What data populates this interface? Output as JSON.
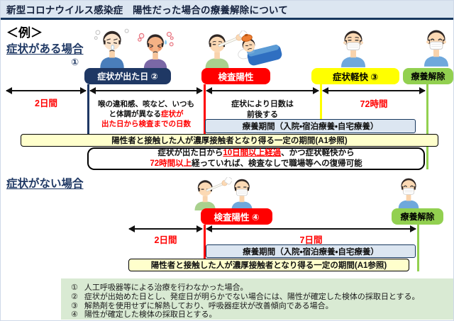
{
  "window": {
    "title": "新型コロナウイルス感染症　陽性だった場合の療養解除について"
  },
  "example_label": "＜例＞",
  "colors": {
    "title_bar_bg": "#dce6f1",
    "title_rule": "#17375e",
    "heading_navy": "#1f3864",
    "milestone_navy": "#1f3864",
    "milestone_red": "#ff0000",
    "milestone_yellow": "#ffff00",
    "milestone_green": "#92d050",
    "care_box_bg": "#dce6f1",
    "contact_box_bg": "#ffffcc",
    "notes_bg": "#d9ead3",
    "accent_red_text": "#ff0000"
  },
  "section1": {
    "heading": "症状がある場合",
    "note_ref": "①",
    "milestones": [
      {
        "label": "症状が出た日 ②"
      },
      {
        "label": "検査陽性"
      },
      {
        "label": "症状軽快 ③"
      },
      {
        "label": "療養解除"
      }
    ],
    "interval_2days": "2日間",
    "symptom_note": {
      "line1": "喉の違和感、咳など、いつも",
      "line2_black": "と体調が異なる",
      "line2_red": "症状が",
      "line3_red": "出た日から検査までの日数"
    },
    "days_vary_note": {
      "line1": "症状により日数は",
      "line2": "前後する"
    },
    "interval_72h": "72時間",
    "care_period": "療養期間（入院・宿泊療養・自宅療養）",
    "contact_period": "陽性者と接触した人が濃厚接触者となり得る一定の期間(A1参照)",
    "release_rule": {
      "p1": "症状が出た日から",
      "p2_red": "10日間以上経過",
      "p3": "、かつ症状軽快から",
      "p4_red": "72時間以上",
      "p5": "経っていれば、検査なしで職場等への復帰可能"
    }
  },
  "section2": {
    "heading": "症状がない場合",
    "milestones": [
      {
        "label": "検査陽性 ④"
      },
      {
        "label": "療養解除"
      }
    ],
    "interval_2days": "2日間",
    "interval_7days": "7日間",
    "care_period": "療養期間（入院・宿泊療養・自宅療養）",
    "contact_period": "陽性者と接触した人が濃厚接触者となり得る一定の期間(A1参照)"
  },
  "footnotes": [
    {
      "num": "①",
      "text": "人工呼吸器等による治療を行わなかった場合。"
    },
    {
      "num": "②",
      "text": "症状が出始めた日とし、発症日が明らかでない場合には、陽性が確定した検体の採取日とする。"
    },
    {
      "num": "③",
      "text": "解熱剤を使用せずに解熱しており、呼吸器症状が改善傾向である場合。"
    },
    {
      "num": "④",
      "text": "陽性が確定した検体の採取日とする。"
    }
  ],
  "icons": {
    "sick_person": "person-with-runny-nose",
    "fever_person": "person-with-fever",
    "swab_person": "person-receiving-nasal-swab",
    "bed_person": "person-lying-in-sickbed",
    "masked_calm_person": "person-wearing-mask",
    "masked_happy_person": "person-wearing-mask-recovered"
  }
}
